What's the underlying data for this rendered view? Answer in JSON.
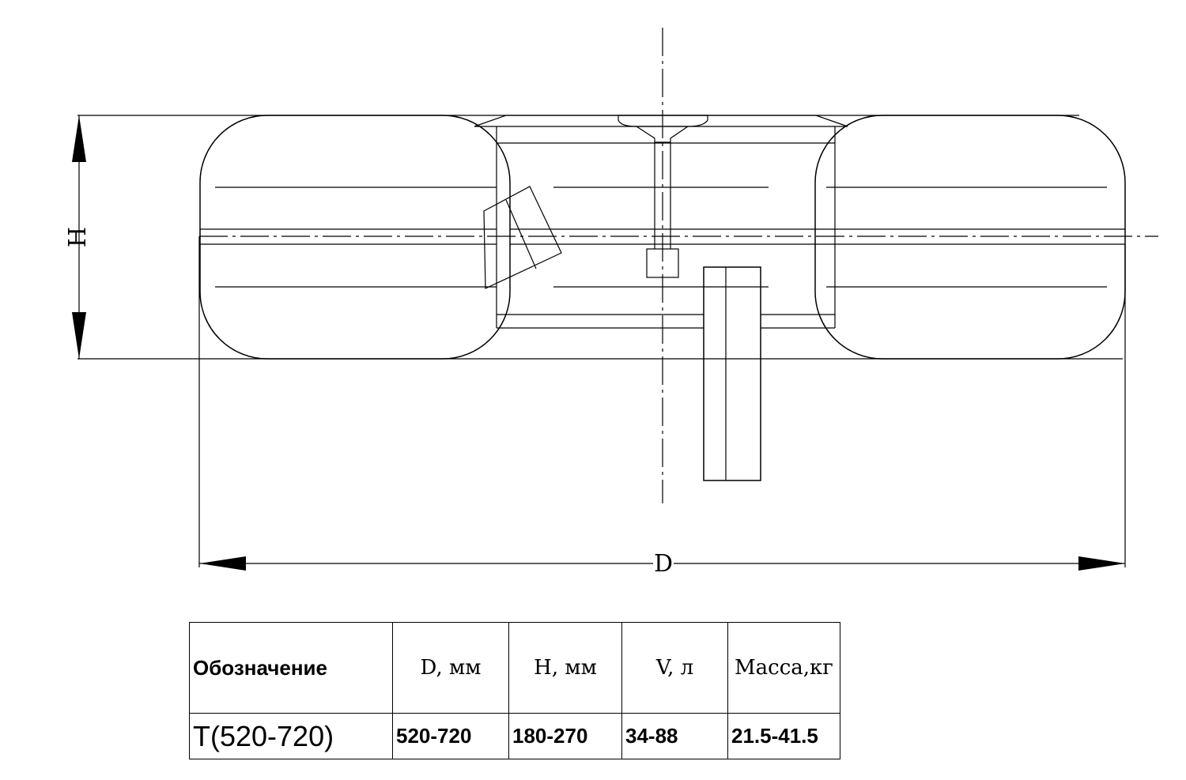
{
  "dimensions": {
    "height_label": "H",
    "diameter_label": "D"
  },
  "table": {
    "headers": [
      "Обозначение",
      "D, мм",
      "H, мм",
      "V, л",
      "Масса,кг"
    ],
    "row": [
      "Т(520-720)",
      "520-720",
      "180-270",
      "34-88",
      "21.5-41.5"
    ]
  }
}
